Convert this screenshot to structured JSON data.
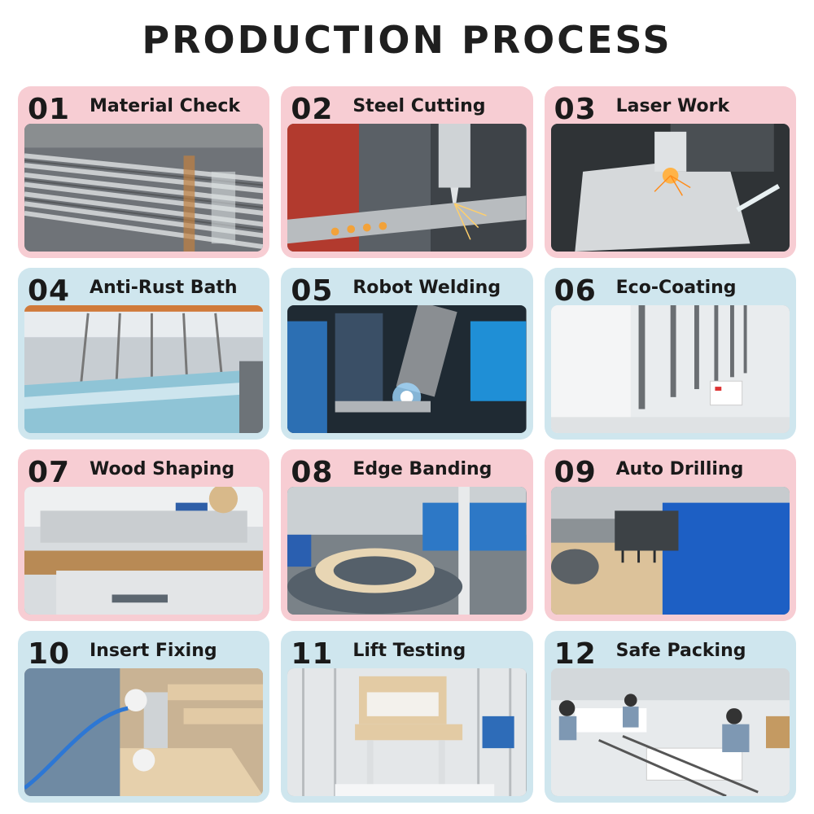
{
  "title": "PRODUCTION PROCESS",
  "steps": [
    {
      "num": "01",
      "label": "Material Check",
      "photo_icon": "steel-tubes-photo"
    },
    {
      "num": "02",
      "label": "Steel Cutting",
      "photo_icon": "steel-cutting-photo"
    },
    {
      "num": "03",
      "label": "Laser Work",
      "photo_icon": "laser-cutter-photo"
    },
    {
      "num": "04",
      "label": "Anti-Rust Bath",
      "photo_icon": "rust-bath-photo"
    },
    {
      "num": "05",
      "label": "Robot Welding",
      "photo_icon": "robot-welding-photo"
    },
    {
      "num": "06",
      "label": "Eco-Coating",
      "photo_icon": "coating-line-photo"
    },
    {
      "num": "07",
      "label": "Wood Shaping",
      "photo_icon": "cnc-machine-photo"
    },
    {
      "num": "08",
      "label": "Edge Banding",
      "photo_icon": "edge-banding-photo"
    },
    {
      "num": "09",
      "label": "Auto Drilling",
      "photo_icon": "drilling-machine-photo"
    },
    {
      "num": "10",
      "label": "Insert Fixing",
      "photo_icon": "insert-fixing-photo"
    },
    {
      "num": "11",
      "label": "Lift Testing",
      "photo_icon": "desk-test-photo"
    },
    {
      "num": "12",
      "label": "Safe Packing",
      "photo_icon": "packing-line-photo"
    }
  ],
  "colors": {
    "pink": "#f7cdd3",
    "blue": "#cfe6ee",
    "text": "#1a1a1a"
  }
}
